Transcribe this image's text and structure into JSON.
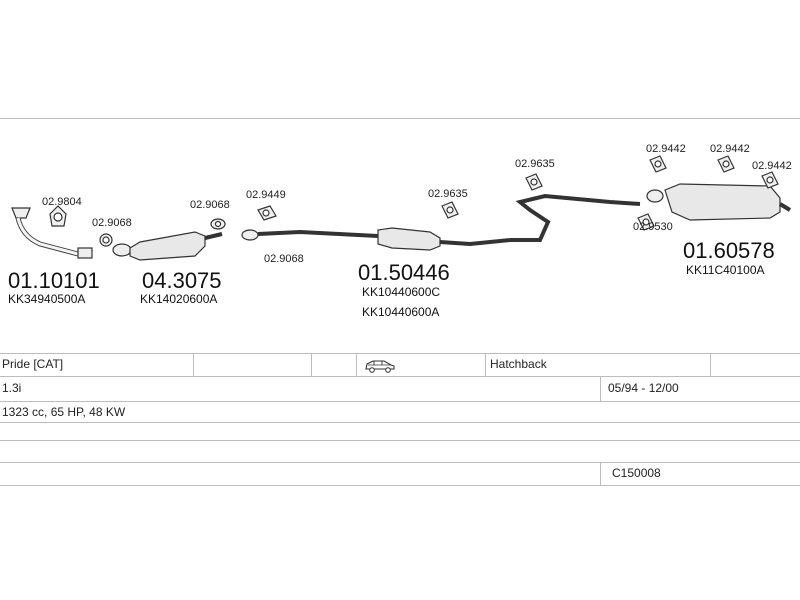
{
  "parts": [
    {
      "number": "01.10101",
      "code": "KK34940500A"
    },
    {
      "number": "04.3075",
      "code": "KK14020600A"
    },
    {
      "number": "01.50446",
      "code": "KK10440600C",
      "code2": "KK10440600A"
    },
    {
      "number": "01.60578",
      "code": "KK11C40100A"
    }
  ],
  "fittings": [
    "02.9804",
    "02.9068",
    "02.9068",
    "02.9449",
    "02.9068",
    "02.9635",
    "02.9635",
    "02.9442",
    "02.9442",
    "02.9442",
    "02.9530"
  ],
  "table": {
    "model": "Pride  [CAT]",
    "body_type": "Hatchback",
    "engine": "1.3i",
    "years": "05/94 - 12/00",
    "specs": "1323 cc, 65 HP, 48 KW",
    "catalog_code": "C150008"
  },
  "icons": {
    "body_icon": "hatchback-car-icon"
  }
}
